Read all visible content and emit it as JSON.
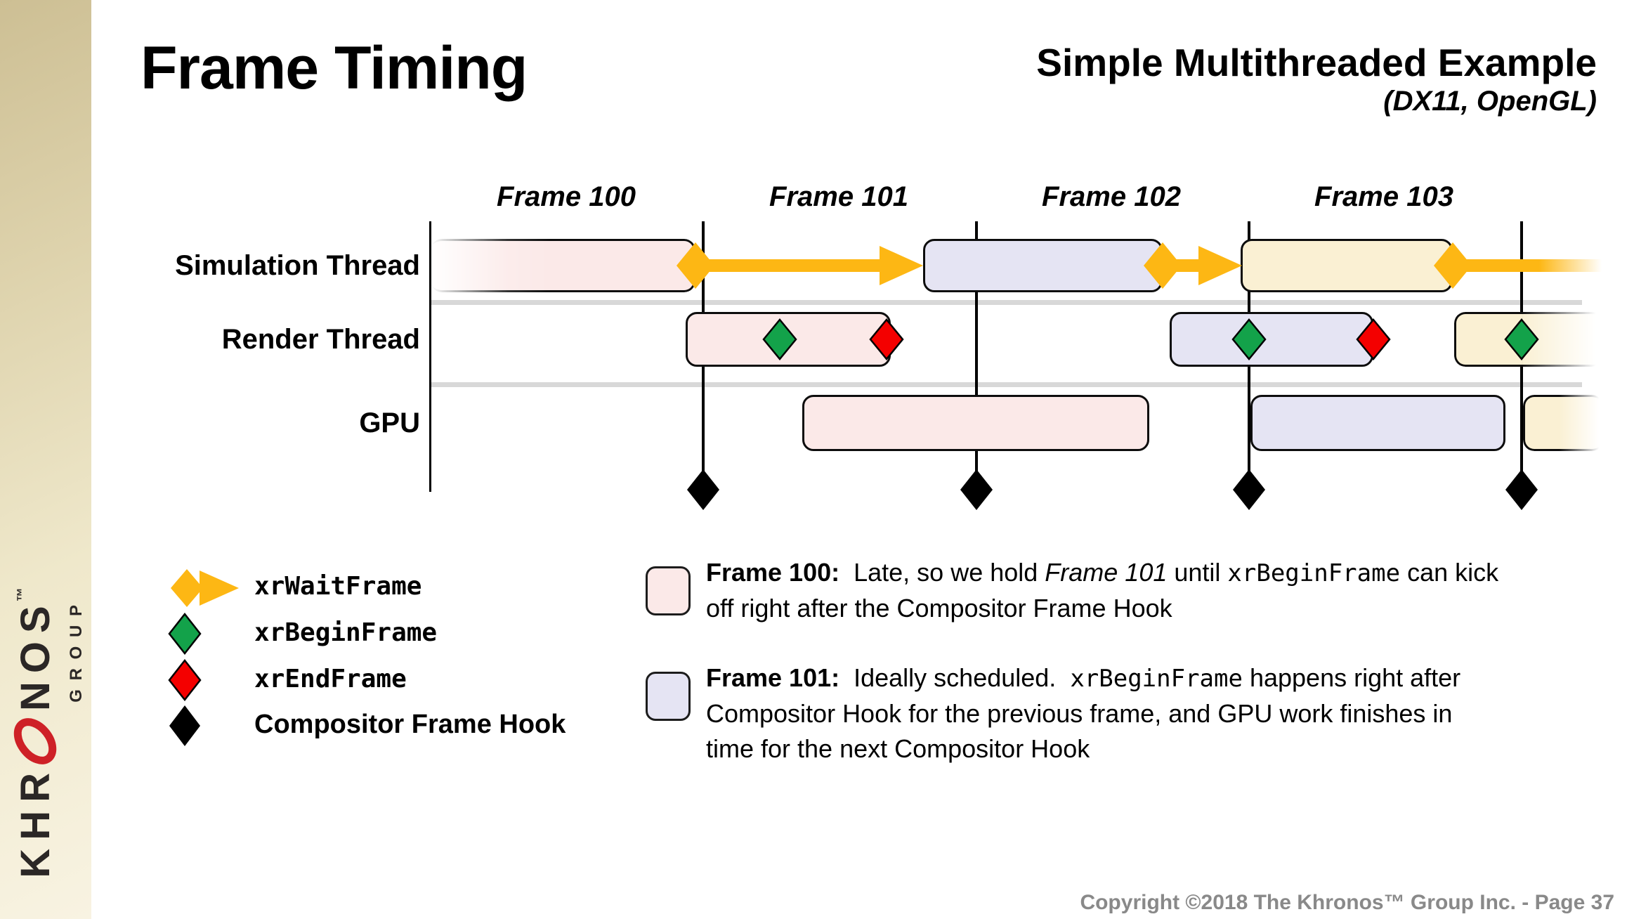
{
  "header": {
    "title": "Frame Timing",
    "subtitle": "Simple Multithreaded Example",
    "subtitle_note": "(DX11, OpenGL)"
  },
  "frames": {
    "f100": "Frame 100",
    "f101": "Frame 101",
    "f102": "Frame 102",
    "f103": "Frame 103"
  },
  "rows": {
    "sim": "Simulation Thread",
    "render": "Render Thread",
    "gpu": "GPU"
  },
  "legend": {
    "wait": "xrWaitFrame",
    "begin": "xrBeginFrame",
    "end": "xrEndFrame",
    "hook": "Compositor Frame Hook"
  },
  "notes": {
    "n1": {
      "lead": "Frame 100:",
      "t1": "  Late, so we hold ",
      "i1": "Frame 101",
      "t2": " until ",
      "m1": "xrBeginFrame",
      "t3": " can kick off right after the Compositor Frame Hook"
    },
    "n2": {
      "lead": "Frame 101:",
      "t1": "  Ideally scheduled.  ",
      "m1": "xrBeginFrame",
      "t2": " happens right after Compositor Hook for the previous frame, and GPU work finishes in time for the next Compositor Hook"
    }
  },
  "logo": {
    "k1": "KHR",
    "k2": "NOS",
    "tm": "™",
    "group": "G R O U P"
  },
  "footer": {
    "copyright": "Copyright ©2018 The Khronos™ Group Inc. - Page 37"
  },
  "colors": {
    "yellow": "#FDB714",
    "green": "#13A24A",
    "red": "#F40000",
    "pink": "#FBE9E8",
    "lavender": "#E5E4F3",
    "tan": "#FAF0D3",
    "box_border": "#0D0D0D",
    "gray_line": "#D8D8D8",
    "footer_gray": "#898989",
    "logo_red": "#CE2127",
    "logo_dark": "#2B2726"
  }
}
